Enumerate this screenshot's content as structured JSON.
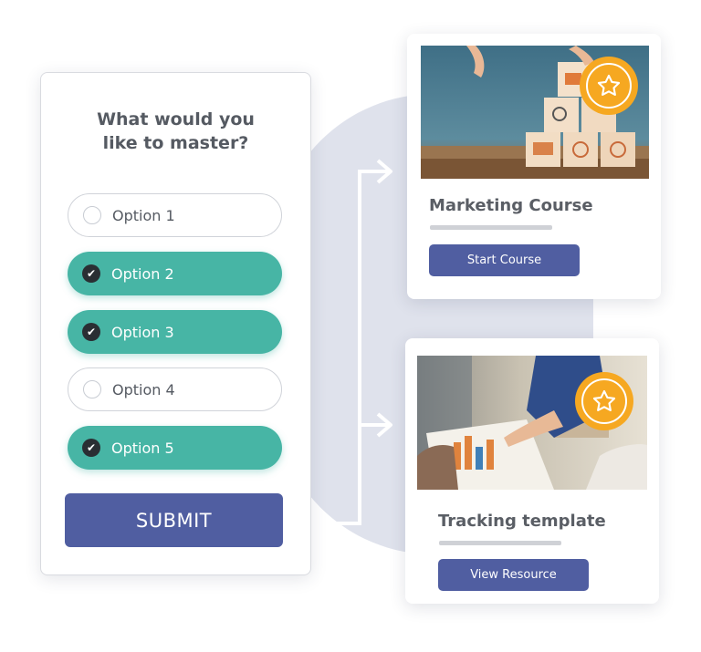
{
  "quiz": {
    "title_line1": "What would you",
    "title_line2": "like to master?",
    "options": [
      {
        "label": "Option 1",
        "checked": false
      },
      {
        "label": "Option 2",
        "checked": true
      },
      {
        "label": "Option 3",
        "checked": true
      },
      {
        "label": "Option 4",
        "checked": false
      },
      {
        "label": "Option 5",
        "checked": true
      }
    ],
    "submit_label": "SUBMIT"
  },
  "results": [
    {
      "title": "Marketing Course",
      "button_label": "Start Course",
      "badge_icon": "star-icon"
    },
    {
      "title": "Tracking template",
      "button_label": "View Resource",
      "badge_icon": "star-icon"
    }
  ],
  "colors": {
    "accent": "#505ea1",
    "checked_option": "#47b5a5",
    "badge": "#f6a821",
    "background_blob": "#dfe2ec"
  }
}
